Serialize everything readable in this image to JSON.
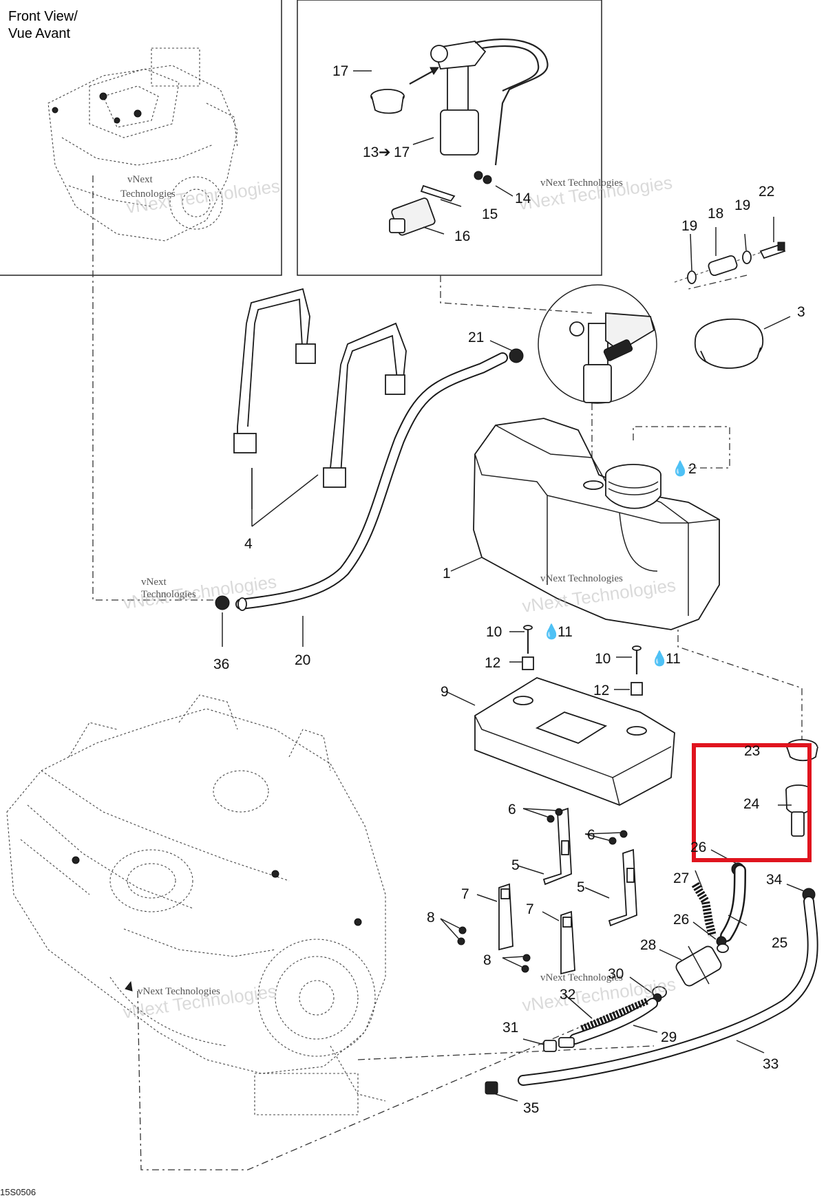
{
  "inset_label": {
    "line1": "Front View/",
    "line2": "Vue Avant"
  },
  "watermark": "vNext Technologies",
  "watermark_parts": {
    "a": "vNext",
    "b": "Technologies"
  },
  "diagram_code": "15S0506",
  "highlight_color": "#e0141e",
  "callouts": {
    "c1": "1",
    "c2": "2",
    "c3": "3",
    "c4": "4",
    "c5a": "5",
    "c5b": "5",
    "c6a": "6",
    "c6b": "6",
    "c7a": "7",
    "c7b": "7",
    "c8a": "8",
    "c8b": "8",
    "c9": "9",
    "c10a": "10",
    "c10b": "10",
    "c11a": "11",
    "c11b": "11",
    "c12a": "12",
    "c12b": "12",
    "c13": "13",
    "c17_range_end": "17",
    "c14": "14",
    "c15": "15",
    "c16": "16",
    "c17": "17",
    "c18": "18",
    "c19a": "19",
    "c19b": "19",
    "c20": "20",
    "c21": "21",
    "c22": "22",
    "c23": "23",
    "c24": "24",
    "c25": "25",
    "c26a": "26",
    "c26b": "26",
    "c27": "27",
    "c28": "28",
    "c29": "29",
    "c30": "30",
    "c31": "31",
    "c32": "32",
    "c33": "33",
    "c34": "34",
    "c35": "35",
    "c36": "36"
  }
}
